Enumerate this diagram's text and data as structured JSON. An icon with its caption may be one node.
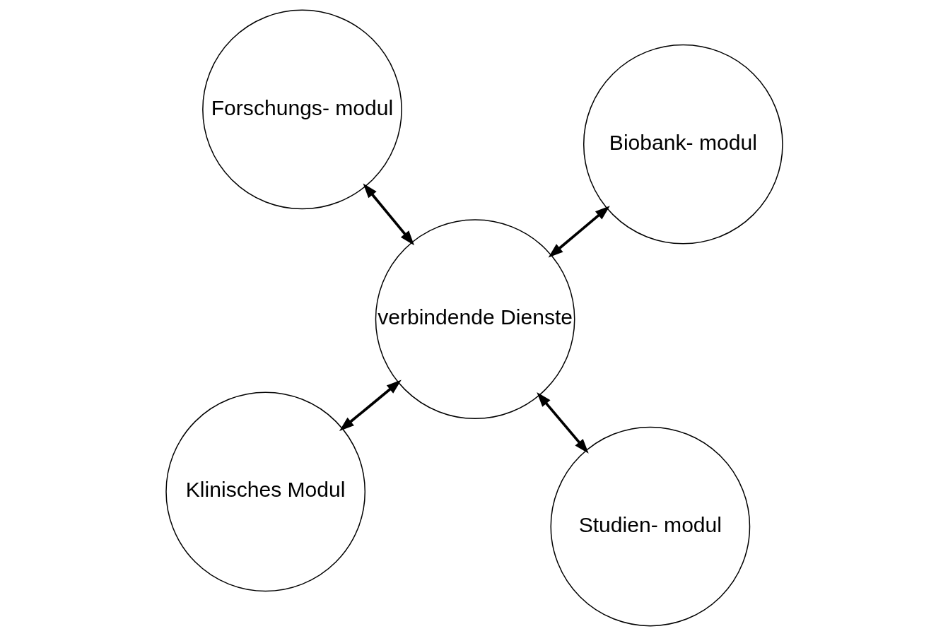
{
  "diagram": {
    "nodes": [
      {
        "text": [
          "Klinisches Modul"
        ]
      },
      {
        "text": [
          "Studien- modul"
        ]
      },
      {
        "text": [
          "verbindende Dienste"
        ]
      },
      {
        "text": [
          "Forschungs- modul"
        ]
      },
      {
        "text": [
          "Biobank- modul"
        ]
      }
    ],
    "edges": [
      {
        "from": 0,
        "to": 2,
        "arrow": "both"
      },
      {
        "from": 2,
        "to": 1,
        "arrow": "both"
      },
      {
        "from": 3,
        "to": 2,
        "arrow": "both"
      },
      {
        "from": 2,
        "to": 4,
        "arrow": "both"
      }
    ]
  }
}
